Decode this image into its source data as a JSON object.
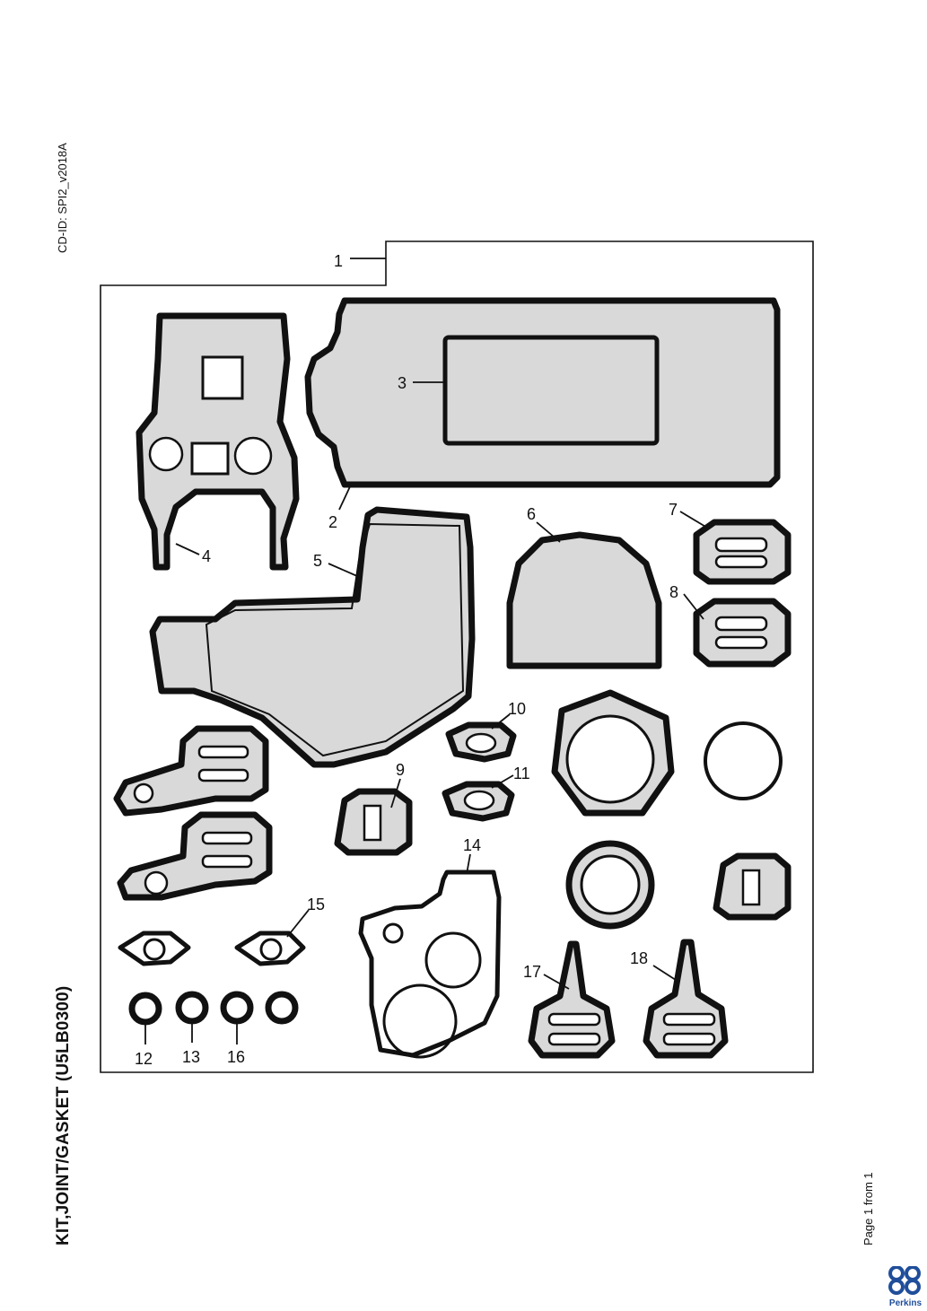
{
  "header": {
    "cd_id": "CD-ID: SPI2_v2018A"
  },
  "document": {
    "title": "KIT,JOINT/GASKET (U5LB0300)",
    "page_info": "Page 1 from 1"
  },
  "brand": {
    "logo_text": "Perkins",
    "logo_icon": "perkins-logo-icon"
  },
  "callouts": [
    "1",
    "2",
    "3",
    "4",
    "5",
    "6",
    "7",
    "8",
    "9",
    "10",
    "11",
    "12",
    "13",
    "14",
    "15",
    "16",
    "17",
    "18"
  ]
}
